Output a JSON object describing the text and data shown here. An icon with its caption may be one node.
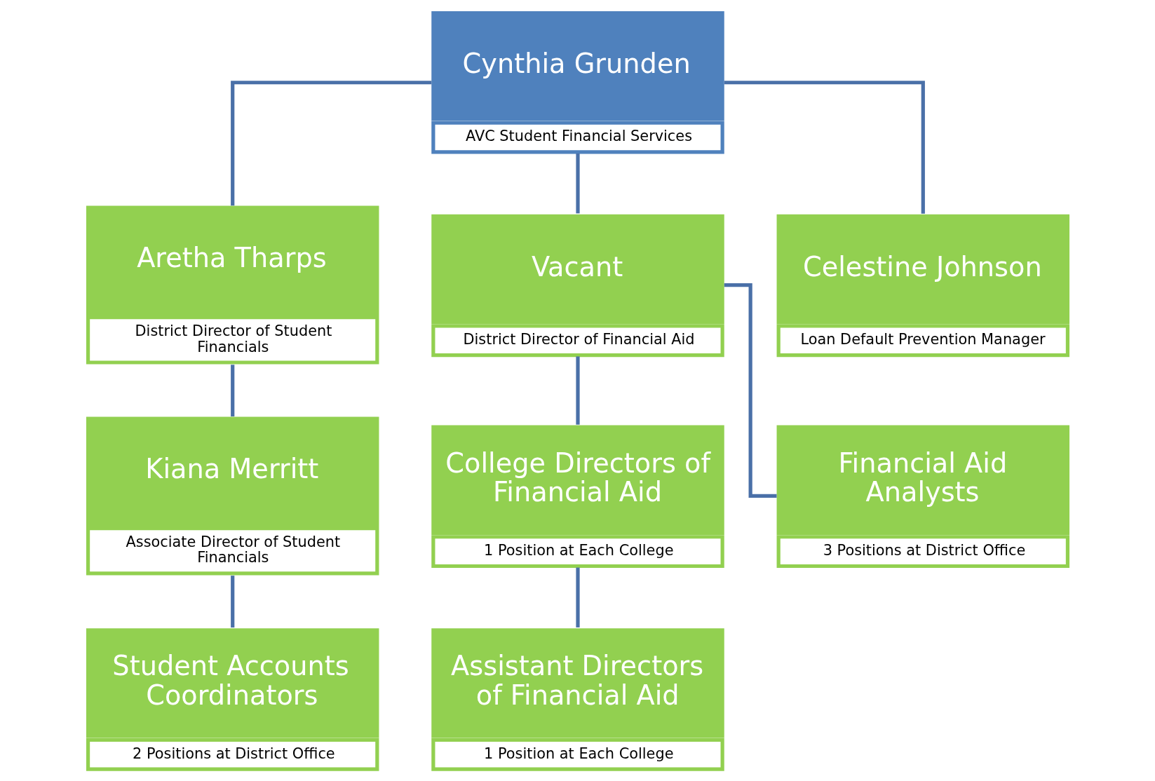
{
  "diagram": {
    "nodes": [
      {
        "text": [
          "Cynthia Grunden",
          "AVC Student Financial Services"
        ]
      },
      {
        "text": [
          "Aretha Tharps",
          "District Director of Student Financials"
        ]
      },
      {
        "text": [
          "Vacant",
          "District Director of Financial Aid"
        ]
      },
      {
        "text": [
          "Celestine Johnson",
          "Loan Default Prevention Manager"
        ]
      },
      {
        "text": [
          "Kiana Merritt",
          "Associate Director of Student Financials"
        ]
      },
      {
        "text": [
          "College Directors of Financial Aid",
          "1 Position at Each College"
        ]
      },
      {
        "text": [
          "Financial Aid Analysts",
          "3 Positions at District Office"
        ]
      },
      {
        "text": [
          "Student Accounts Coordinators",
          "2 Positions at District Office"
        ]
      },
      {
        "text": [
          "Assistant Directors of Financial Aid",
          "1 Position at Each College"
        ]
      }
    ],
    "edges": [
      {
        "from": 0,
        "to": 1,
        "arrow": "none"
      },
      {
        "from": 0,
        "to": 2,
        "arrow": "none"
      },
      {
        "from": 0,
        "to": 3,
        "arrow": "none"
      },
      {
        "from": 1,
        "to": 4,
        "arrow": "none"
      },
      {
        "from": 2,
        "to": 5,
        "arrow": "none"
      },
      {
        "from": 2,
        "to": 6,
        "arrow": "none"
      },
      {
        "from": 4,
        "to": 7,
        "arrow": "none"
      },
      {
        "from": 5,
        "to": 8,
        "arrow": "none"
      }
    ]
  }
}
